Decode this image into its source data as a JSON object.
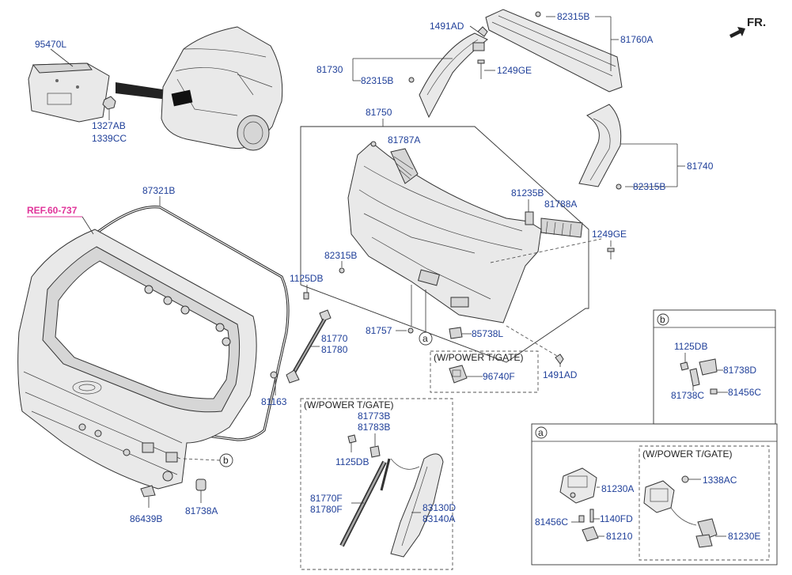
{
  "orientation": "FR.",
  "reference": "REF.60-737",
  "callouts": {
    "c95470L": "95470L",
    "c1327AB": "1327AB",
    "c1339CC": "1339CC",
    "c1491AD_top": "1491AD",
    "c82315B_top": "82315B",
    "c81760A": "81760A",
    "c81730": "81730",
    "c82315B_mid": "82315B",
    "c1249GE_top": "1249GE",
    "c81750": "81750",
    "c81787A": "81787A",
    "c81740": "81740",
    "c82315B_right": "82315B",
    "c81235B": "81235B",
    "c81788A": "81788A",
    "c1249GE_right": "1249GE",
    "c87321B": "87321B",
    "c82315B_left": "82315B",
    "c1125DB_left": "1125DB",
    "c81757": "81757",
    "c85738L": "85738L",
    "c96740F": "96740F",
    "c1491AD_bottom": "1491AD",
    "c81770": "81770",
    "c81780": "81780",
    "c81163": "81163",
    "c86439B": "86439B",
    "c81738A": "81738A",
    "c81773B": "81773B",
    "c81783B": "81783B",
    "c1125DB_pt": "1125DB",
    "c81770F": "81770F",
    "c81780F": "81780F",
    "c83130D": "83130D",
    "c83140A": "83140A",
    "c1125DB_b": "1125DB",
    "c81738D": "81738D",
    "c81738C": "81738C",
    "c81456C_b": "81456C",
    "c81230A": "81230A",
    "c81456C_a": "81456C",
    "c1140FD": "1140FD",
    "c81210": "81210",
    "c1338AC": "1338AC",
    "c81230E": "81230E"
  },
  "groups": {
    "power_tgate_1": "(W/POWER T/GATE)",
    "power_tgate_2": "(W/POWER T/GATE)",
    "power_tgate_3": "(W/POWER T/GATE)"
  },
  "circle_refs": {
    "a": "a",
    "b": "b",
    "box_a": "a",
    "box_b": "b"
  },
  "colors": {
    "callout": "#1f3f99",
    "reference": "#e0349a",
    "line": "#333333"
  }
}
